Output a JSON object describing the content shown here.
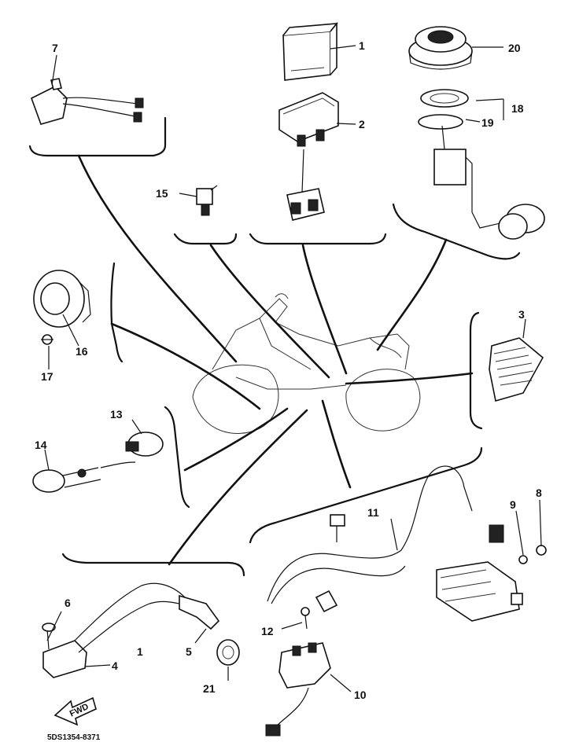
{
  "diagram": {
    "code": "5DS1354-8371",
    "direction": "FWD",
    "labels": {
      "p1": "1",
      "p2": "2",
      "p3": "3",
      "p4": "4",
      "p5": "5",
      "p6": "6",
      "p7": "7",
      "p8": "8",
      "p9": "9",
      "p10": "10",
      "p11": "11",
      "p12": "12",
      "p13": "13",
      "p14": "14",
      "p15": "15",
      "p16": "16",
      "p17": "17",
      "p18": "18",
      "p19": "19",
      "p20": "20",
      "p21": "21",
      "center": "1"
    }
  }
}
